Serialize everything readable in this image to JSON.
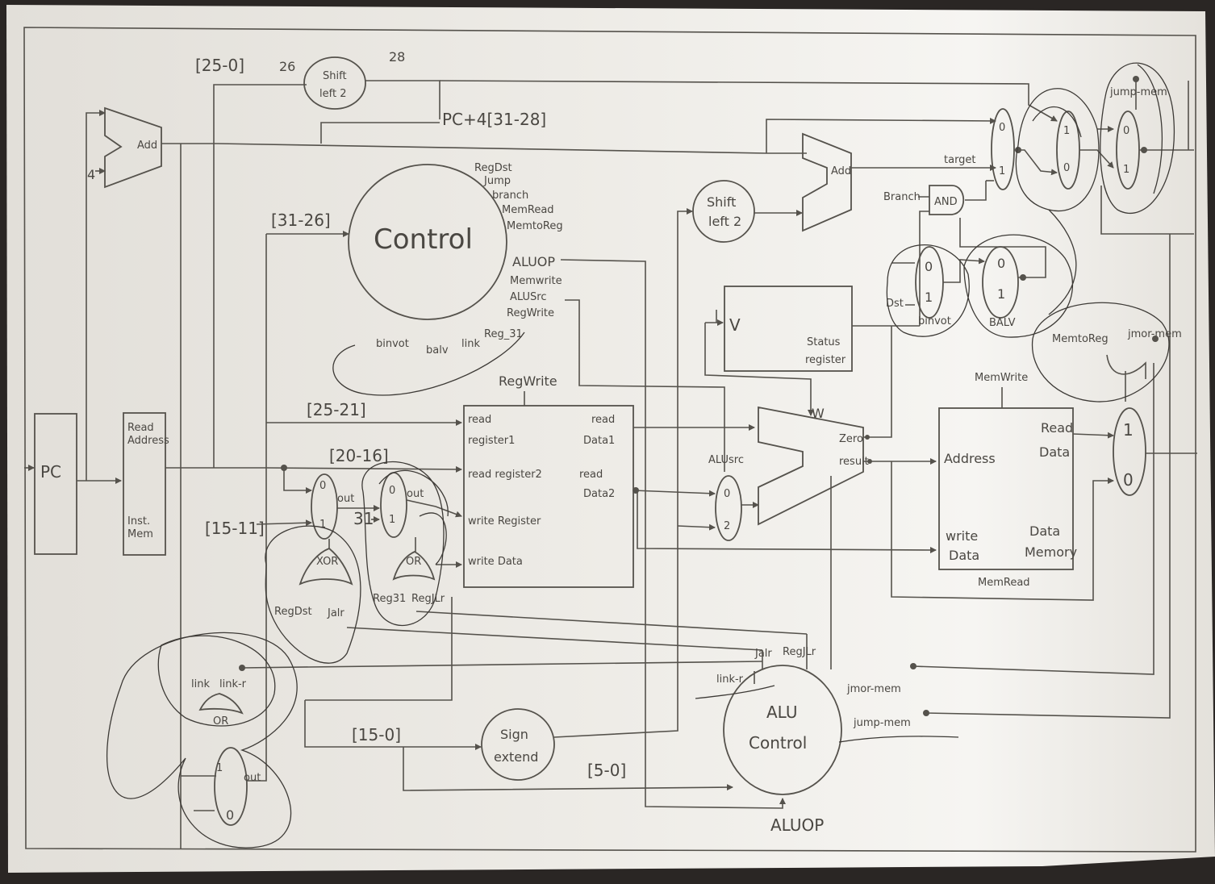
{
  "colors": {
    "paper": "#ece9e3",
    "ink": "#4a4742",
    "background": "#2a2624"
  },
  "labels": {
    "pc": "PC",
    "four": "4",
    "add_top": "Add",
    "imem_read_address": "Read Address",
    "imem_inst_mem": "Inst. Mem",
    "bits_25_0": "[25-0]",
    "bits_26": "26",
    "bits_28": "28",
    "shift_left_2_top": "Shift left 2",
    "pc4_31_28": "PC+4[31-28]",
    "bits_31_26": "[31-26]",
    "control": "Control",
    "ctrl_regdst": "RegDst",
    "ctrl_jump": "Jump",
    "ctrl_branch": "branch",
    "ctrl_memread": "MemRead",
    "ctrl_memtoreg": "MemtoReg",
    "ctrl_aluop": "ALUOP",
    "ctrl_memwrite": "Memwrite",
    "ctrl_alusrc": "ALUSrc",
    "ctrl_regwrite": "RegWrite",
    "ctrl_reg31": "Reg_31",
    "ctrl_binvot": "binvot",
    "ctrl_balv": "balv",
    "ctrl_link": "link",
    "bits_25_21": "[25-21]",
    "bits_20_16": "[20-16]",
    "bits_15_11": "[15-11]",
    "thirty_one": "31",
    "out_a": "out",
    "out_b": "out",
    "xor_gate": "XOR",
    "or_gate_regfile": "OR",
    "regdst_label": "RegDst",
    "jalr_label": "Jalr",
    "reg31_label": "Reg31",
    "regjlr_label": "RegJLr",
    "regwrite_top": "RegWrite",
    "read_register_1": "read register1",
    "read_register_2": "read register2",
    "write_register": "write Register",
    "write_data": "write Data",
    "read_data_1": "read Data1",
    "read_data_2": "read Data2",
    "link_label": "link",
    "link_r_label": "link-r",
    "or_gate_link": "OR",
    "out_c": "out",
    "bits_15_0": "[15-0]",
    "sign_extend": "Sign extend",
    "bits_5_0": "[5-0]",
    "shift_left_2_mid": "Shift left 2",
    "add_branch": "Add",
    "v_label": "V",
    "status_register": "Status register",
    "alusrc_label": "ALUsrc",
    "zero_label": "Zero",
    "result_label": "result",
    "w_label": "W",
    "alu_control": "ALU Control",
    "alu_link_r": "link-r",
    "alu_jalr": "Jalr",
    "alu_regjlr": "RegJLr",
    "jmor_mem": "jmor-mem",
    "jump_mem": "jump-mem",
    "aluop_bottom": "ALUOP",
    "branch_label": "Branch",
    "and_gate": "AND",
    "target_label": "target",
    "binvot_mux": "binvot",
    "balv_mux": "BALV",
    "dst_label": "Dst",
    "memtoreg_label": "MemtoReg",
    "jmor_mem_top": "jmor-mem",
    "jump_mem_top": "jump-mem",
    "memwrite_label": "MemWrite",
    "memread_label": "MemRead",
    "address": "Address",
    "write_data_mem": "write Data",
    "read_data_mem": "Read Data",
    "data_memory": "Data Memory",
    "zero": "0",
    "one": "1",
    "two": "2"
  }
}
